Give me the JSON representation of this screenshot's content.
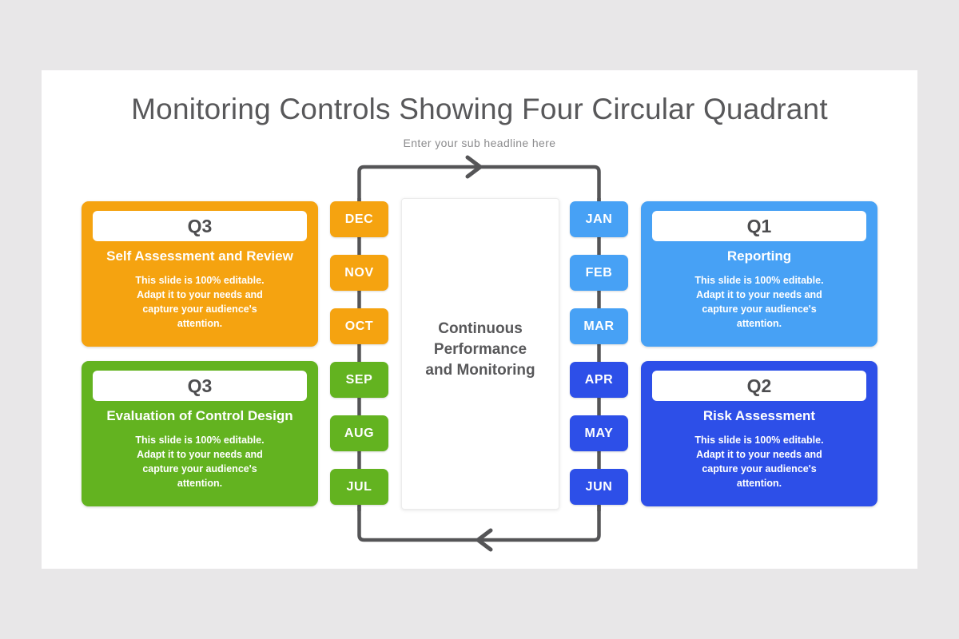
{
  "header": {
    "title": "Monitoring Controls Showing Four Circular Quadrant",
    "subtitle": "Enter your sub headline here"
  },
  "center": {
    "text": "Continuous Performance and Monitoring",
    "line1": "Continuous",
    "line2": "Performance",
    "line3": "and Monitoring"
  },
  "body_text": {
    "line1": "This slide is 100% editable.",
    "line2": "Adapt it to your needs and",
    "line3": "capture your audience's",
    "line4": "attention."
  },
  "cards": [
    {
      "id": "q3-orange",
      "quarter": "Q3",
      "heading": "Self Assessment and Review",
      "color": "#f5a310"
    },
    {
      "id": "q3-green",
      "quarter": "Q3",
      "heading": "Evaluation of Control Design",
      "color": "#63b320"
    },
    {
      "id": "q1",
      "quarter": "Q1",
      "heading": "Reporting",
      "color": "#47a1f5"
    },
    {
      "id": "q2",
      "quarter": "Q2",
      "heading": "Risk Assessment",
      "color": "#2d4fe8"
    }
  ],
  "months": {
    "left": [
      {
        "label": "DEC",
        "color": "#f5a310"
      },
      {
        "label": "NOV",
        "color": "#f5a310"
      },
      {
        "label": "OCT",
        "color": "#f5a310"
      },
      {
        "label": "SEP",
        "color": "#63b320"
      },
      {
        "label": "AUG",
        "color": "#63b320"
      },
      {
        "label": "JUL",
        "color": "#63b320"
      }
    ],
    "right": [
      {
        "label": "JAN",
        "color": "#47a1f5"
      },
      {
        "label": "FEB",
        "color": "#47a1f5"
      },
      {
        "label": "MAR",
        "color": "#47a1f5"
      },
      {
        "label": "APR",
        "color": "#2d4fe8"
      },
      {
        "label": "MAY",
        "color": "#2d4fe8"
      },
      {
        "label": "JUN",
        "color": "#2d4fe8"
      }
    ]
  },
  "flow": {
    "line_color": "#555557",
    "top_arrow_direction": "right",
    "bottom_arrow_direction": "left"
  },
  "colors": {
    "orange": "#f5a310",
    "green": "#63b320",
    "light_blue": "#47a1f5",
    "dark_blue": "#2d4fe8",
    "slide_background": "#ffffff",
    "page_background": "#e8e7e8",
    "text_dark": "#58585a"
  }
}
